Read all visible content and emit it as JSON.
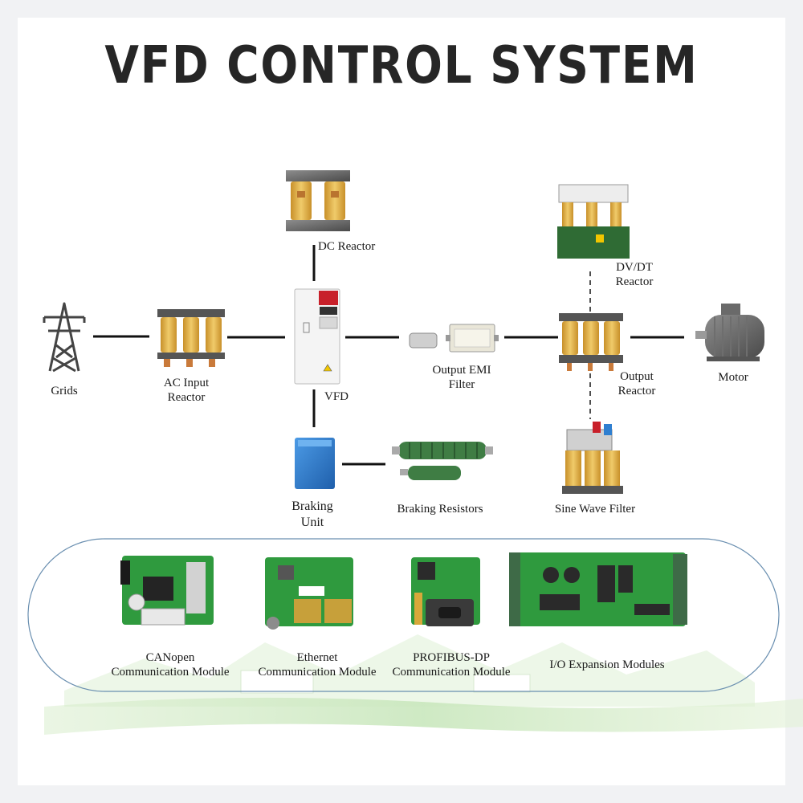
{
  "title": "VFD CONTROL SYSTEM",
  "nodes": {
    "grids": "Grids",
    "ac_input_reactor": "AC Input\nReactor",
    "dc_reactor": "DC Reactor",
    "vfd": "VFD",
    "output_emi_filter": "Output EMI\nFilter",
    "dvdt_reactor": "DV/DT\nReactor",
    "output_reactor": "Output\nReactor",
    "motor": "Motor",
    "braking_unit": "Braking\nUnit",
    "braking_resistors": "Braking Resistors",
    "sine_wave_filter": "Sine Wave Filter"
  },
  "modules": {
    "canopen": "CANopen\nCommunication Module",
    "ethernet": "Ethernet\nCommunication Module",
    "profibus": "PROFIBUS-DP\nCommunication Module",
    "io": "I/O Expansion Modules"
  },
  "colors": {
    "title": "#262626",
    "line": "#111111",
    "pcb": "#2f9a3e",
    "transformer_coil": "#e3b54a",
    "braking_unit": "#2f7fd0",
    "vfd_red": "#c8202a",
    "band_green": "#cfe9c4"
  }
}
